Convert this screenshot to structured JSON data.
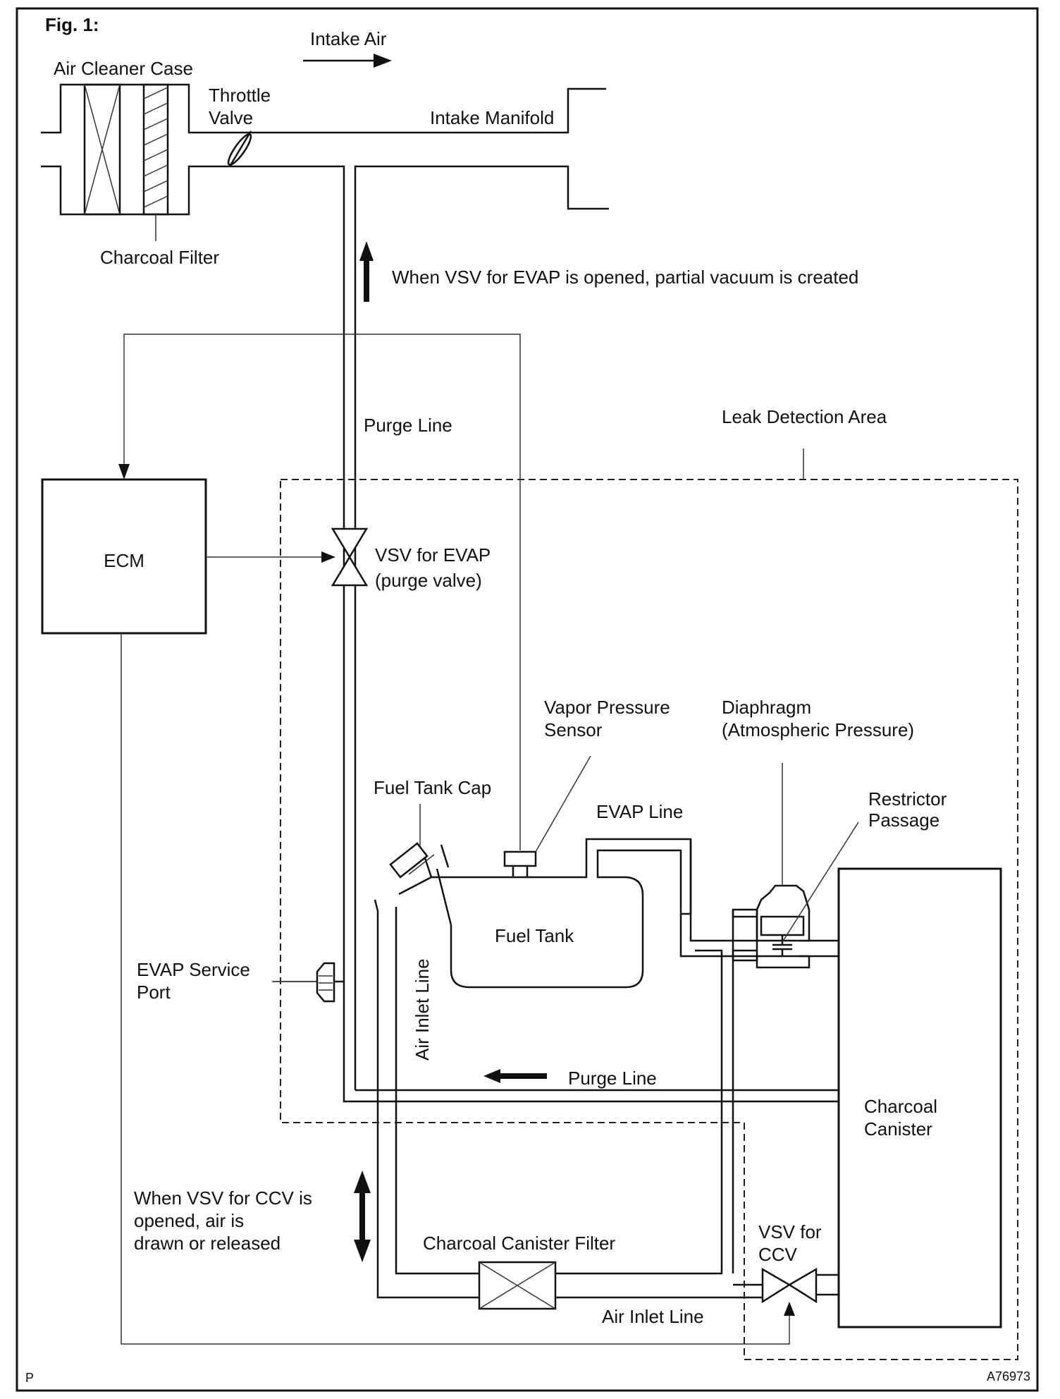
{
  "figure": {
    "title": "Fig. 1:",
    "corner_left": "P",
    "corner_right": "A76973"
  },
  "labels": {
    "intake_air": "Intake Air",
    "air_cleaner_case": "Air Cleaner Case",
    "throttle_valve_1": "Throttle",
    "throttle_valve_2": "Valve",
    "intake_manifold": "Intake Manifold",
    "charcoal_filter": "Charcoal Filter",
    "vacuum_note": "When VSV for EVAP is opened, partial vacuum is created",
    "purge_line_top": "Purge Line",
    "leak_detection_area": "Leak Detection Area",
    "ecm": "ECM",
    "vsv_evap_1": "VSV for EVAP",
    "vsv_evap_2": "(purge valve)",
    "vapor_pressure_sensor_1": "Vapor Pressure",
    "vapor_pressure_sensor_2": "Sensor",
    "diaphragm_1": "Diaphragm",
    "diaphragm_2": "(Atmospheric Pressure)",
    "fuel_tank_cap": "Fuel Tank Cap",
    "evap_line": "EVAP Line",
    "restrictor_passage_1": "Restrictor",
    "restrictor_passage_2": "Passage",
    "fuel_tank": "Fuel Tank",
    "evap_service_port_1": "EVAP Service",
    "evap_service_port_2": "Port",
    "air_inlet_line_vertical": "Air Inlet Line",
    "purge_line_bottom": "Purge Line",
    "charcoal_canister_1": "Charcoal",
    "charcoal_canister_2": "Canister",
    "ccv_note_1": "When VSV for CCV is",
    "ccv_note_2": "opened, air is",
    "ccv_note_3": "drawn or released",
    "charcoal_canister_filter": "Charcoal Canister Filter",
    "vsv_ccv_1": "VSV for",
    "vsv_ccv_2": "CCV",
    "air_inlet_line_bottom": "Air Inlet Line"
  }
}
